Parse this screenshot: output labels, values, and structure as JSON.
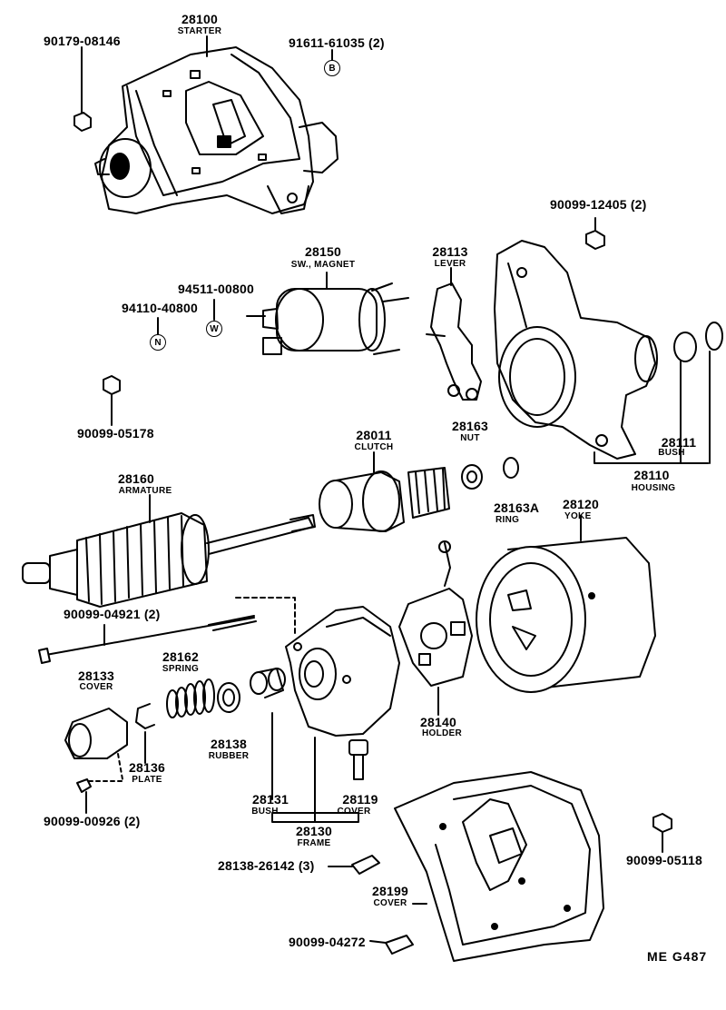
{
  "parts": {
    "p28100": {
      "number": "28100",
      "name": "STARTER"
    },
    "p90179": {
      "number": "90179-08146"
    },
    "p91611": {
      "number": "91611-61035 (2)",
      "badge": "B"
    },
    "p90099_12405": {
      "number": "90099-12405 (2)"
    },
    "p28150": {
      "number": "28150",
      "name": "SW., MAGNET"
    },
    "p94511": {
      "number": "94511-00800",
      "badge": "W"
    },
    "p94110": {
      "number": "94110-40800",
      "badge": "N"
    },
    "p28113": {
      "number": "28113",
      "name": "LEVER"
    },
    "p90099_05178": {
      "number": "90099-05178"
    },
    "p28011": {
      "number": "28011",
      "name": "CLUTCH"
    },
    "p28163": {
      "number": "28163",
      "name": "NUT"
    },
    "p28111": {
      "number": "28111",
      "name": "BUSH"
    },
    "p28110": {
      "number": "28110",
      "name": "HOUSING"
    },
    "p28160": {
      "number": "28160",
      "name": "ARMATURE"
    },
    "p28163A": {
      "number": "28163A",
      "name": "RING"
    },
    "p28120": {
      "number": "28120",
      "name": "YOKE"
    },
    "p90099_04921": {
      "number": "90099-04921 (2)"
    },
    "p28162": {
      "number": "28162",
      "name": "SPRING"
    },
    "p28133": {
      "number": "28133",
      "name": "COVER"
    },
    "p28138": {
      "number": "28138",
      "name": "RUBBER"
    },
    "p28136": {
      "number": "28136",
      "name": "PLATE"
    },
    "p28140": {
      "number": "28140",
      "name": "HOLDER"
    },
    "p90099_00926": {
      "number": "90099-00926 (2)"
    },
    "p28131": {
      "number": "28131",
      "name": "BUSH"
    },
    "p28119": {
      "number": "28119",
      "name": "COVER"
    },
    "p28130": {
      "number": "28130",
      "name": "FRAME"
    },
    "p28138_26142": {
      "number": "28138-26142 (3)"
    },
    "p28199": {
      "number": "28199",
      "name": "COVER"
    },
    "p90099_05118": {
      "number": "90099-05118"
    },
    "p90099_04272": {
      "number": "90099-04272"
    }
  },
  "diagram_code": "ME  G487"
}
